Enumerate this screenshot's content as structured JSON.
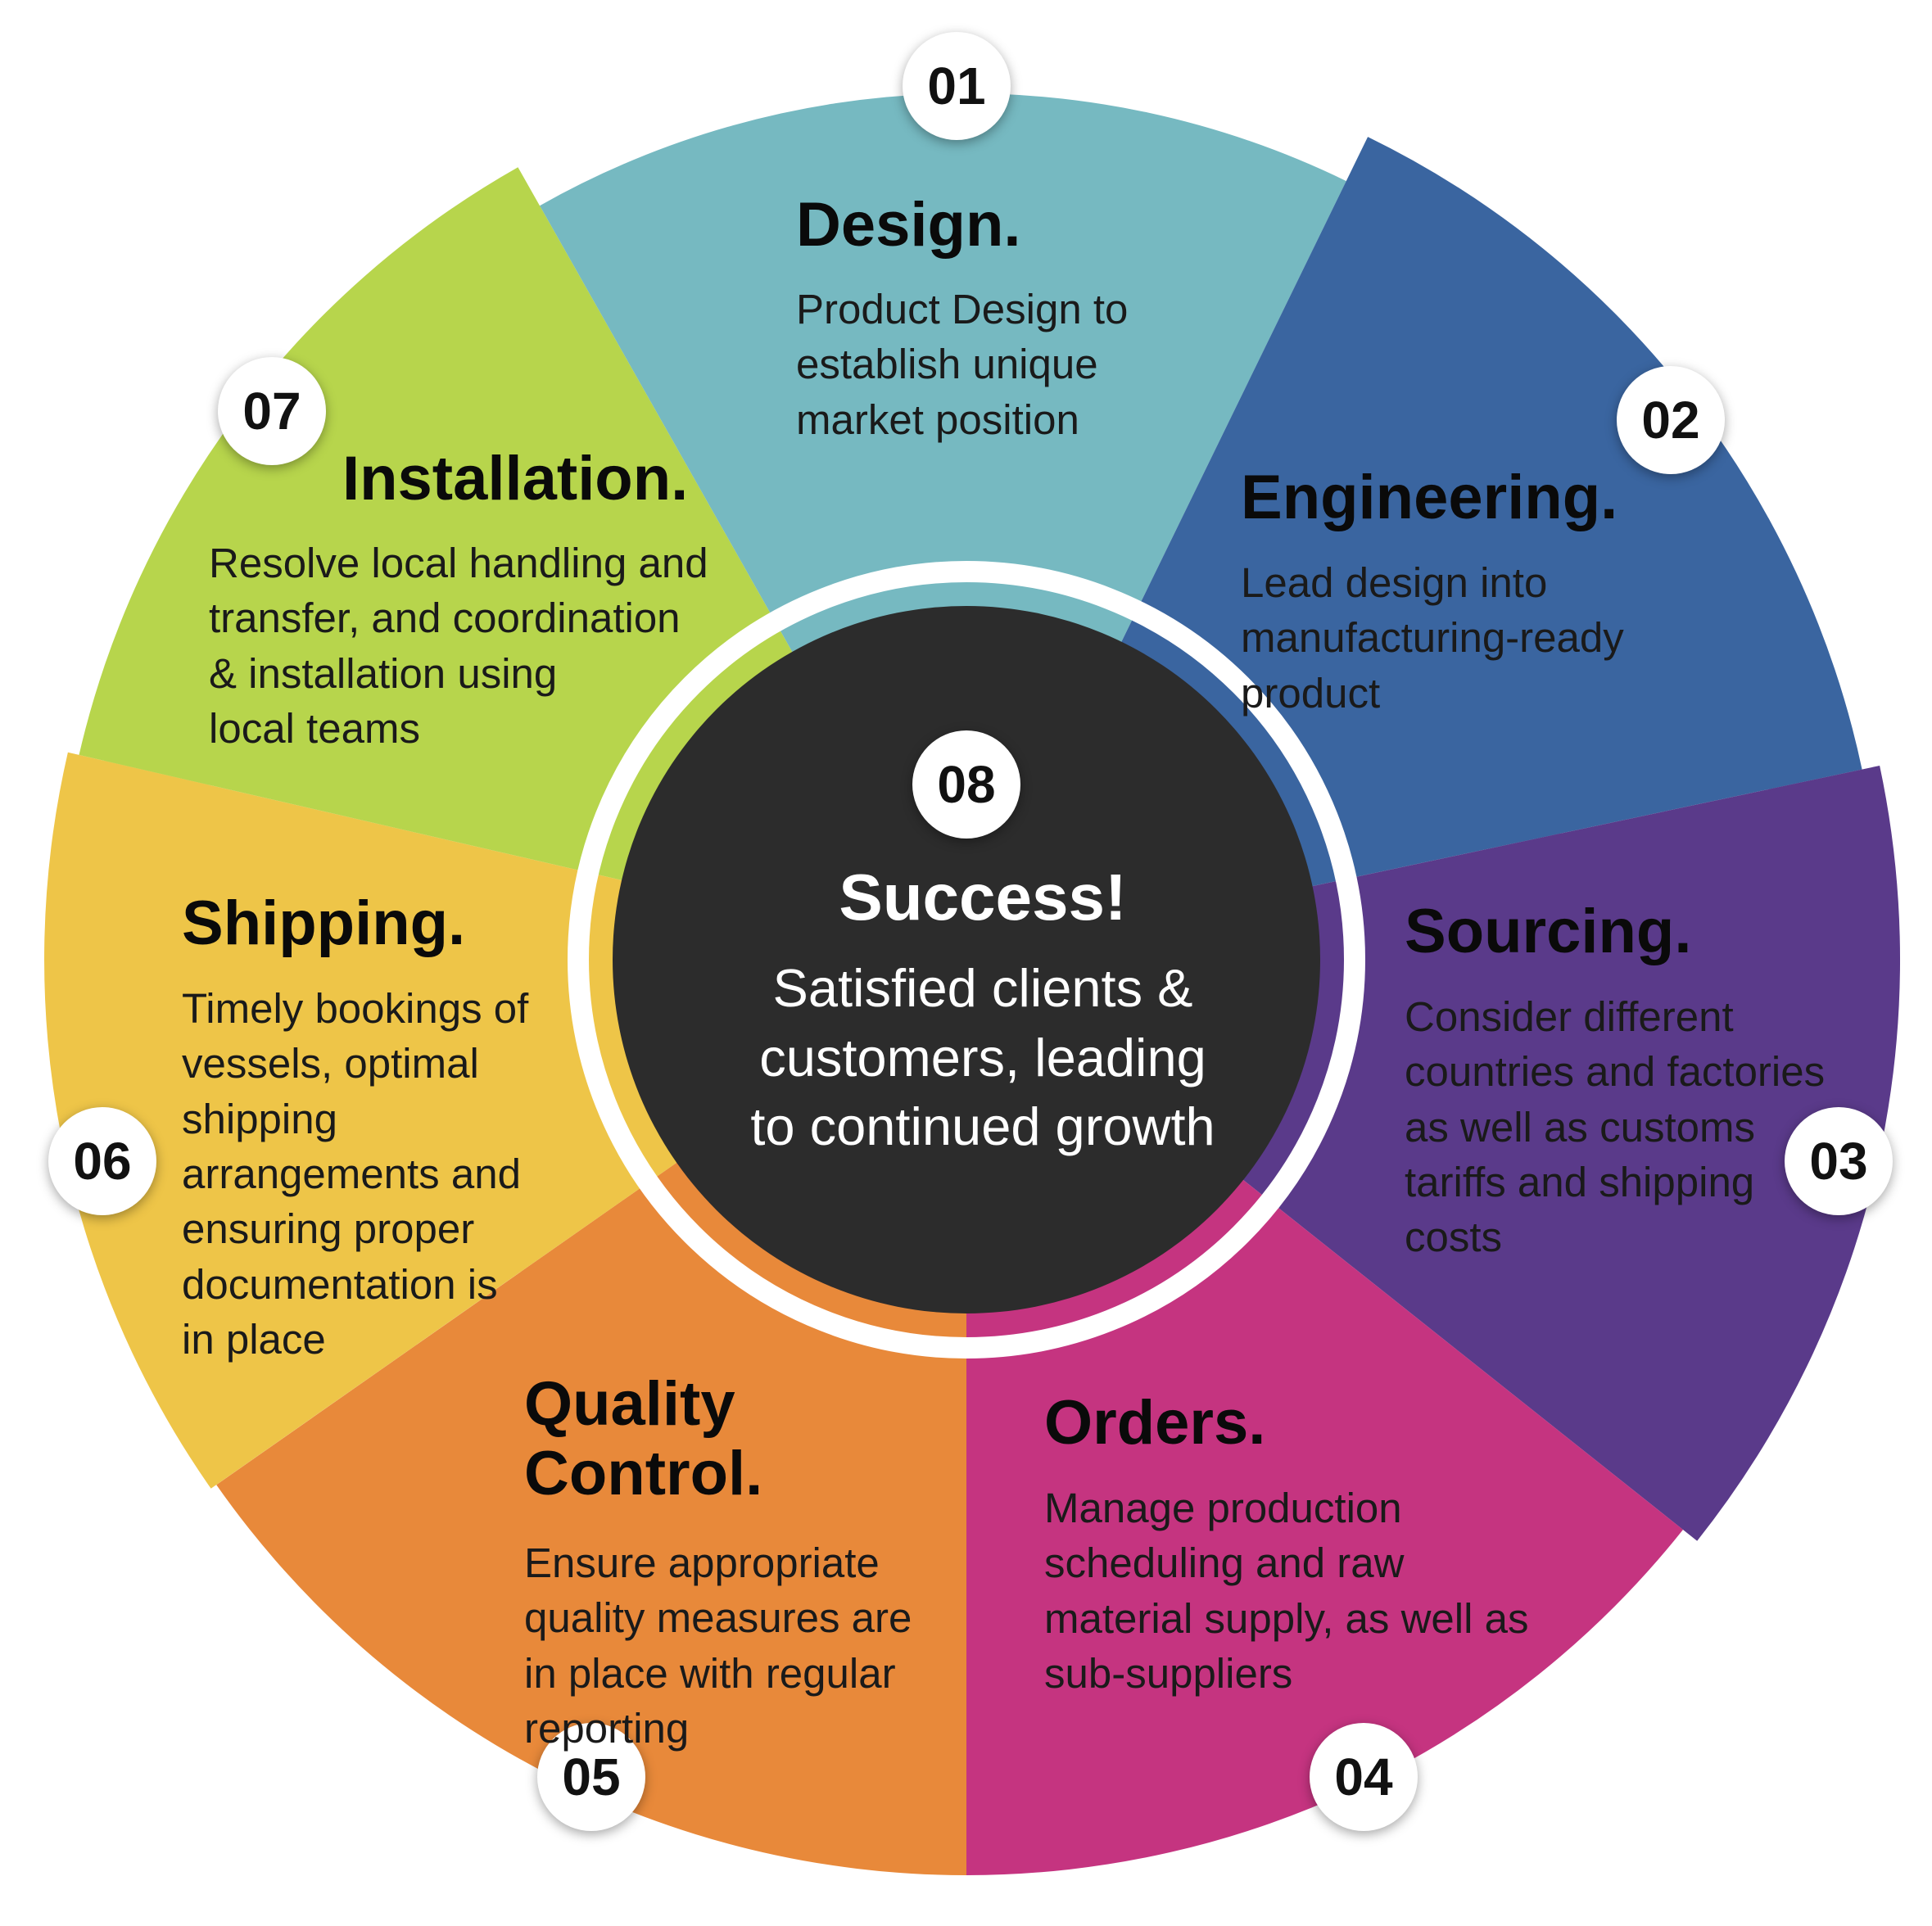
{
  "segments": [
    {
      "number": "01",
      "title": "Design.",
      "description": "Product Design to\nestablish unique\nmarket position",
      "color": "#76b9c1"
    },
    {
      "number": "02",
      "title": "Engineering.",
      "description": "Lead design into\n    manufacturing-ready\n      product",
      "color": "#3a65a0"
    },
    {
      "number": "03",
      "title": "Sourcing.",
      "description": "Consider different\ncountries and factories\nas well as customs\ntariffs and shipping\ncosts",
      "color": "#5a3a8a"
    },
    {
      "number": "04",
      "title": "Orders.",
      "description": "Manage production\nscheduling and raw\nmaterial supply, as well as\nsub-suppliers",
      "color": "#c53480"
    },
    {
      "number": "05",
      "title": "Quality\nControl.",
      "description": "Ensure appropriate\nquality measures are\nin place with regular\n             reporting",
      "color": "#e8893a"
    },
    {
      "number": "06",
      "title": "Shipping.",
      "description": "Timely bookings of\nvessels, optimal\nshipping\narrangements and\nensuring proper\ndocumentation is\nin place",
      "color": "#eec548"
    },
    {
      "number": "07",
      "title": "Installation.",
      "description": "Resolve local handling and\ntransfer, and coordination\n& installation using\nlocal teams",
      "color": "#b7d54c"
    }
  ],
  "center": {
    "number": "08",
    "title": "Success!",
    "description": "Satisfied clients &\ncustomers, leading\nto continued growth",
    "color": "#2c2c2c",
    "ring_color": "#ffffff"
  }
}
